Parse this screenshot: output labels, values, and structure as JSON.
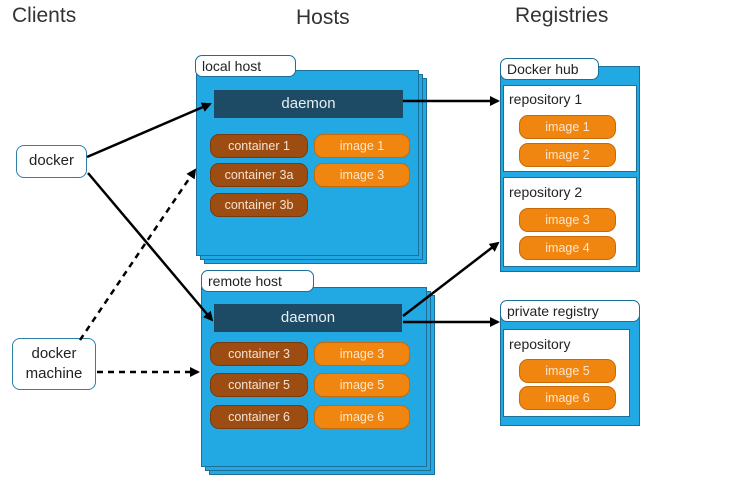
{
  "headings": {
    "clients": "Clients",
    "hosts": "Hosts",
    "registries": "Registries"
  },
  "clients": {
    "docker": "docker",
    "docker_machine_1": "docker",
    "docker_machine_2": "machine"
  },
  "local_host": {
    "label": "local host",
    "daemon": "daemon",
    "containers": [
      "container 1",
      "container 3a",
      "container 3b"
    ],
    "images": [
      "image 1",
      "image 3"
    ]
  },
  "remote_host": {
    "label": "remote host",
    "daemon": "daemon",
    "containers": [
      "container 3",
      "container 5",
      "container 6"
    ],
    "images": [
      "image 3",
      "image 5",
      "image 6"
    ]
  },
  "docker_hub": {
    "label": "Docker hub",
    "repositories": [
      {
        "name": "repository 1",
        "images": [
          "image 1",
          "image 2"
        ]
      },
      {
        "name": "repository 2",
        "images": [
          "image 3",
          "image 4"
        ]
      }
    ]
  },
  "private_registry": {
    "label": "private registry",
    "repository": {
      "name": "repository",
      "images": [
        "image 5",
        "image 6"
      ]
    }
  },
  "colors": {
    "host_blue": "#22a8e2",
    "daemon_navy": "#1d4a64",
    "container_brown": "#9e4d12",
    "image_orange": "#f0860f"
  }
}
